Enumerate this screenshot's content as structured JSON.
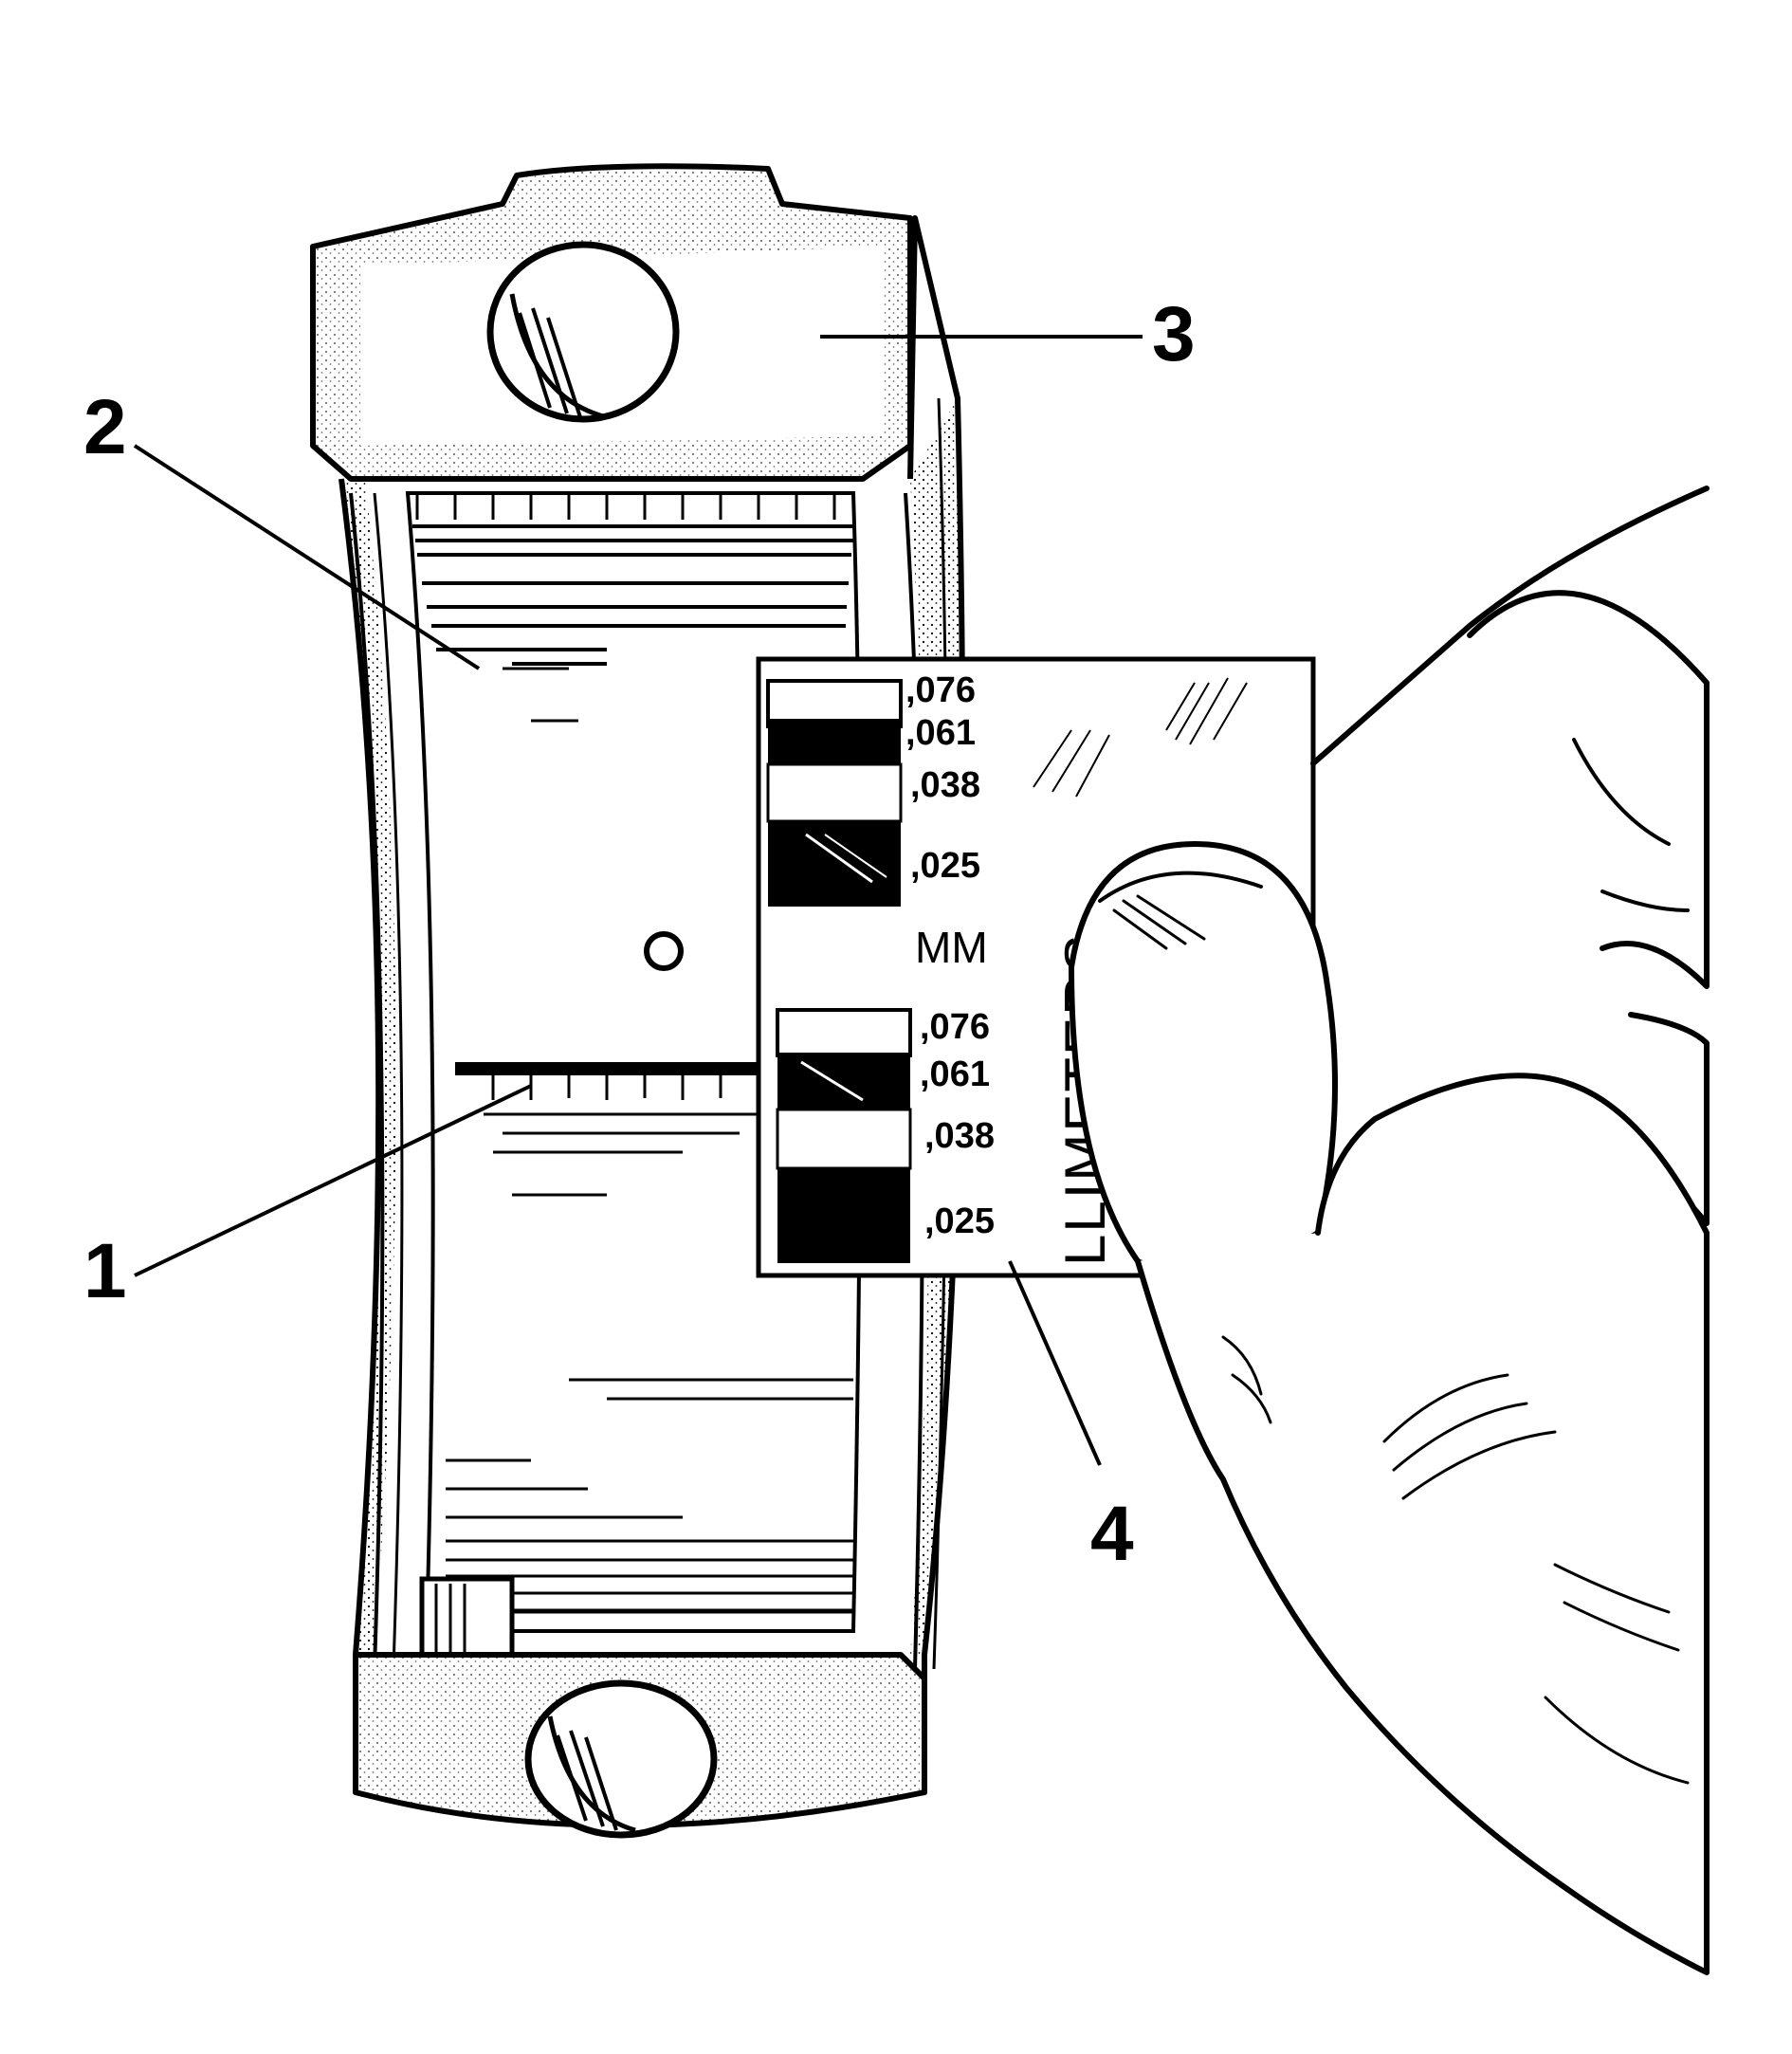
{
  "callouts": {
    "c1": "1",
    "c2": "2",
    "c3": "3",
    "c4": "4"
  },
  "gauge": {
    "upper_scale": [
      ",076",
      ",061",
      ",038",
      ",025"
    ],
    "unit": "MM",
    "lower_scale": [
      ",076",
      ",061",
      ",038",
      ",025"
    ],
    "vertical_text": "LLIMETERS"
  },
  "colors": {
    "ink": "#000000",
    "paper": "#ffffff"
  }
}
